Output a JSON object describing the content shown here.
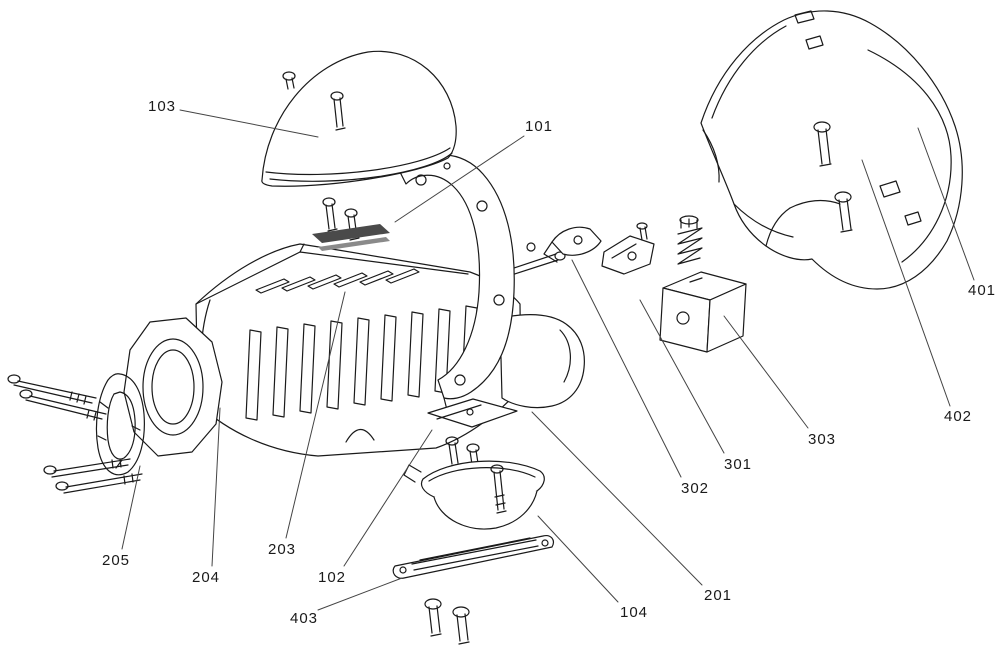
{
  "figure": {
    "type": "patent-exploded-view-diagram",
    "background_color": "#ffffff",
    "line_color": "#1a1a1a",
    "labels": {
      "103": "103",
      "101": "101",
      "401": "401",
      "402": "402",
      "303": "303",
      "301": "301",
      "302": "302",
      "201": "201",
      "104": "104",
      "403": "403",
      "102": "102",
      "203": "203",
      "204": "204",
      "205": "205"
    }
  }
}
